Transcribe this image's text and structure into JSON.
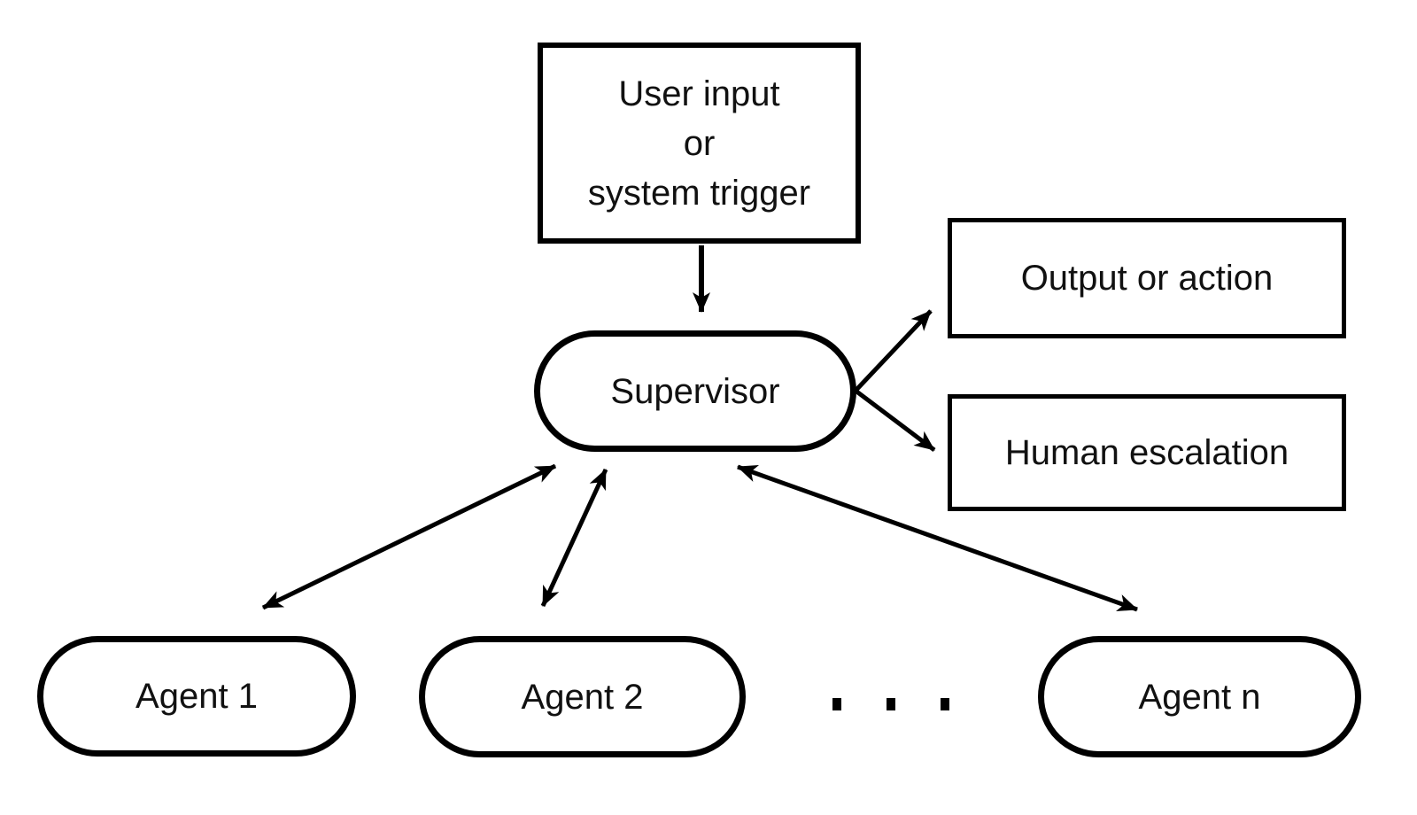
{
  "diagram": {
    "colors": {
      "background": "#ffffff",
      "stroke": "#000000",
      "text": "#111111"
    },
    "nodes": {
      "trigger": {
        "shape": "rect",
        "line1": "User input",
        "line2": "or",
        "line3": "system trigger"
      },
      "supervisor": {
        "shape": "pill",
        "label": "Supervisor"
      },
      "output_or_action": {
        "shape": "rect",
        "label": "Output or action"
      },
      "human_escalation": {
        "shape": "rect",
        "label": "Human escalation"
      },
      "agent_1": {
        "shape": "pill",
        "label": "Agent 1"
      },
      "agent_2": {
        "shape": "pill",
        "label": "Agent 2"
      },
      "agent_n": {
        "shape": "pill",
        "label": "Agent n"
      },
      "ellipsis": {
        "label": ". . ."
      }
    },
    "edges": [
      {
        "from": "trigger",
        "to": "supervisor",
        "direction": "one-way"
      },
      {
        "from": "supervisor",
        "to": "output_or_action",
        "direction": "one-way"
      },
      {
        "from": "supervisor",
        "to": "human_escalation",
        "direction": "one-way"
      },
      {
        "from": "supervisor",
        "to": "agent_1",
        "direction": "two-way"
      },
      {
        "from": "supervisor",
        "to": "agent_2",
        "direction": "two-way"
      },
      {
        "from": "supervisor",
        "to": "agent_n",
        "direction": "two-way"
      }
    ]
  }
}
